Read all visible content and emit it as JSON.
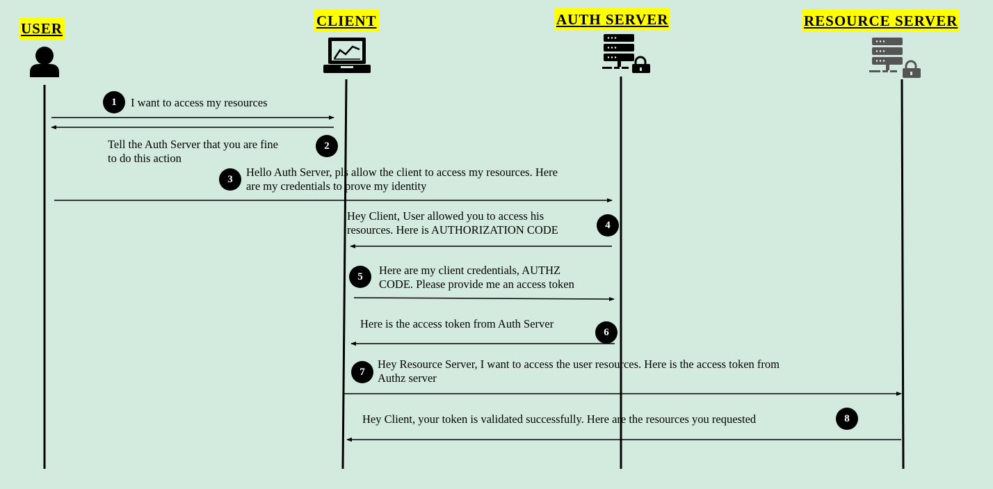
{
  "actors": {
    "user": "USER",
    "client": "CLIENT",
    "auth_server": "AUTH SERVER",
    "resource_server": "RESOURCE SERVER"
  },
  "messages": [
    {
      "num": "1",
      "line1": "I want to access my resources",
      "line2": ""
    },
    {
      "num": "2",
      "line1": "Tell the Auth Server that you are fine",
      "line2": "to do this action"
    },
    {
      "num": "3",
      "line1": "Hello Auth Server, pls allow the client to access my resources. Here",
      "line2": "are my credentials to prove my identity"
    },
    {
      "num": "4",
      "line1": "Hey Client, User allowed you to access his",
      "line2": "resources. Here is AUTHORIZATION CODE"
    },
    {
      "num": "5",
      "line1": "Here are my client credentials, AUTHZ",
      "line2": "CODE. Please provide me an access token"
    },
    {
      "num": "6",
      "line1": "Here is the access token from Auth Server",
      "line2": ""
    },
    {
      "num": "7",
      "line1": "Hey Resource Server,  I want to access the user resources. Here is the access token from",
      "line2": "Authz server"
    },
    {
      "num": "8",
      "line1": "Hey Client, your token is validated successfully.   Here are the resources you requested",
      "line2": ""
    }
  ],
  "colors": {
    "background": "#d3ebde",
    "highlight": "#ffff00",
    "ink": "#000000",
    "resource_icon": "#555555"
  },
  "icons": {
    "user": "user-icon",
    "client": "laptop-chart-icon",
    "auth_server": "server-lock-icon",
    "resource_server": "server-lock-icon"
  }
}
